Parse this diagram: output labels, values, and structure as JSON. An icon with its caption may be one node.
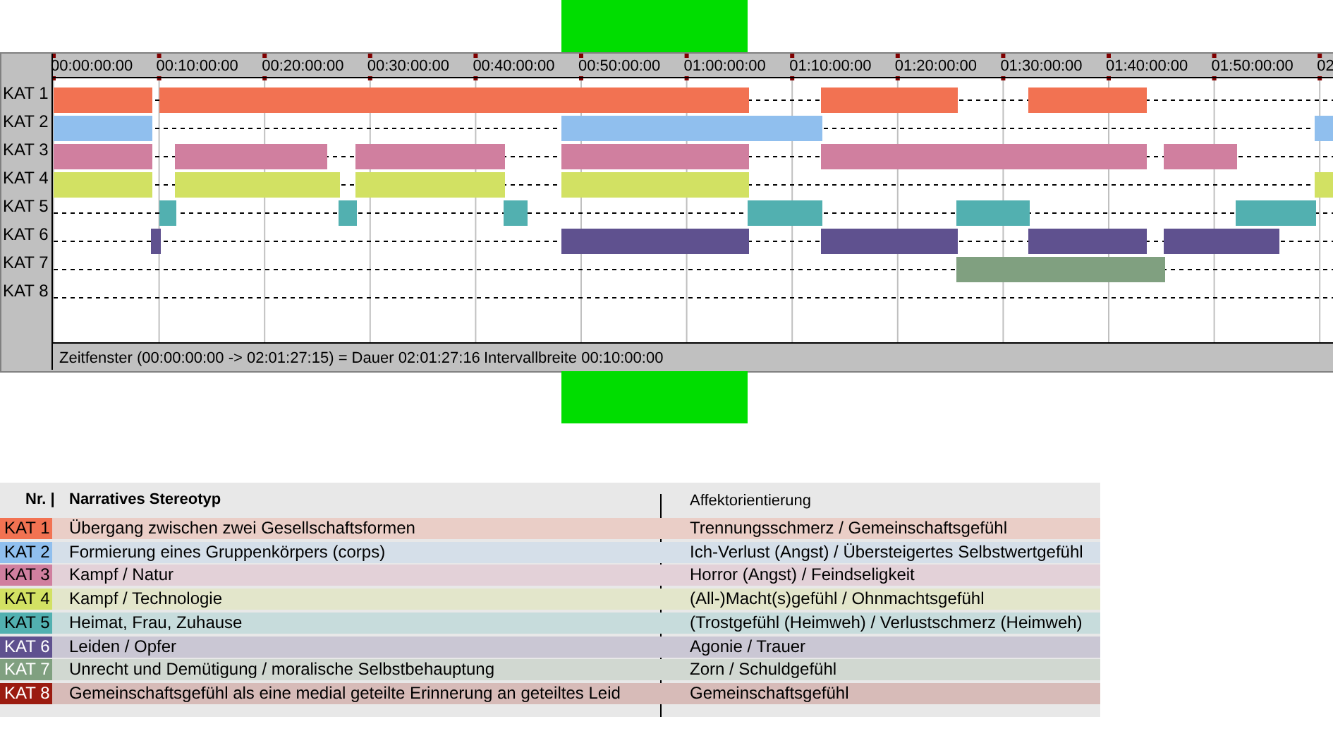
{
  "diagram": {
    "labels": [
      "00:00:00:00",
      "00:10:00:00",
      "00:20:00:00",
      "00:30:00:00",
      "00:40:00:00",
      "00:50:00:00",
      "01:00:00:00",
      "01:10:00:00",
      "01:20:00:00",
      "01:30:00:00",
      "01:40:00:00",
      "01:50:00:00",
      "02",
      "KAT 1",
      "KAT 2",
      "KAT 3",
      "KAT 4",
      "KAT 5",
      "KAT 6",
      "KAT 7",
      "KAT 8",
      "Zeitfenster (00:00:00:00 -> 02:01:27:15) = Dauer 02:01:27:16",
      "Intervallbreite 00:10:00:00",
      "Nr. |",
      "Narratives Stereotyp",
      "Affektorientierung",
      "Übergang zwischen zwei Gesellschaftsformen",
      "Trennungsschmerz / Gemeinschaftsgefühl",
      "Formierung eines Gruppenkörpers (corps)",
      "Ich-Verlust (Angst) / Übersteigertes Selbstwertgefühl",
      "Kampf / Natur",
      "Horror (Angst) / Feindseligkeit",
      "Kampf / Technologie",
      "(All-)Macht(s)gefühl / Ohnmachtsgefühl",
      "Heimat, Frau, Zuhause",
      "(Trostgefühl (Heimweh) / Verlustschmerz (Heimweh)",
      "Leiden / Opfer",
      "Agonie / Trauer",
      "Unrecht und Demütigung / moralische Selbstbehauptung",
      "Zorn / Schuldgefühl",
      "Gemeinschaftsgefühl als eine medial geteilte Erinnerung an geteiltes Leid",
      "Gemeinschaftsgefühl"
    ],
    "legend": [
      {
        "text": "KAT 1",
        "color": "#f27252"
      },
      {
        "text": "KAT 2",
        "color": "#90bfee"
      },
      {
        "text": "KAT 3",
        "color": "#d07f9f"
      },
      {
        "text": "KAT 4",
        "color": "#d2e163"
      },
      {
        "text": "KAT 5",
        "color": "#52b0b0"
      },
      {
        "text": "KAT 6",
        "color": "#5f518f"
      },
      {
        "text": "KAT 7",
        "color": "#80a080"
      },
      {
        "text": "KAT 8",
        "color": "#9b1b10"
      }
    ]
  }
}
